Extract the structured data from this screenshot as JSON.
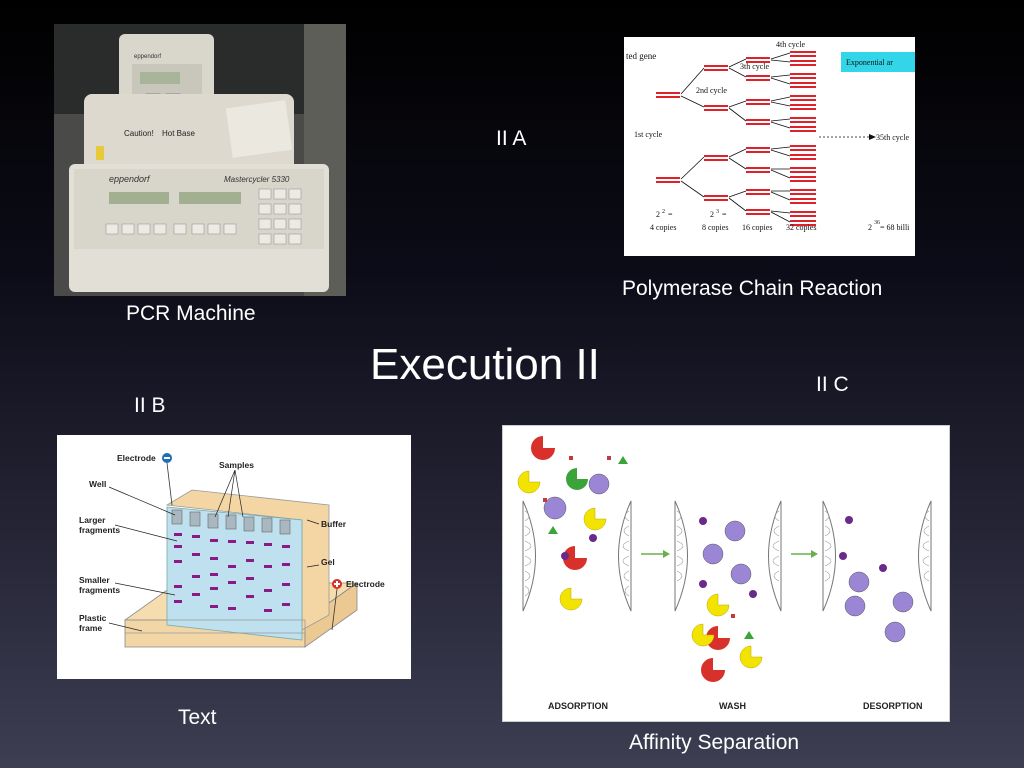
{
  "slide": {
    "title": "Execution II",
    "label_a": "II A",
    "label_b": "II B",
    "label_c": "II C"
  },
  "pcr_machine": {
    "caption": "PCR Machine",
    "brand": "eppendorf",
    "model": "Mastercycler 5330",
    "top_brand": "eppendorf",
    "caution": "Caution!",
    "hot_base": "Hot Base"
  },
  "pcr_diagram": {
    "caption": "Polymerase Chain Reaction",
    "heading": "ted gene",
    "cycles": [
      "1st cycle",
      "2nd cycle",
      "3th cycle",
      "4th cycle"
    ],
    "exp_box": "Exponential ar",
    "cycle35": "35th cycle",
    "copies": [
      "4 copies",
      "8 copies",
      "16 copies",
      "32 copies"
    ],
    "pow2": "2",
    "pow3": "2",
    "pow36": "2",
    "billion": "= 68 billi"
  },
  "gel": {
    "caption": "Text",
    "labels": {
      "electrode_top": "Electrode",
      "samples": "Samples",
      "well": "Well",
      "larger1": "Larger",
      "larger2": "fragments",
      "buffer": "Buffer",
      "gel": "Gel",
      "smaller1": "Smaller",
      "smaller2": "fragments",
      "electrode_pos": "Electrode",
      "plastic1": "Plastic",
      "plastic2": "frame"
    }
  },
  "affinity": {
    "caption": "Affinity Separation",
    "stages": [
      "ADSORPTION",
      "WASH",
      "DESORPTION"
    ]
  }
}
